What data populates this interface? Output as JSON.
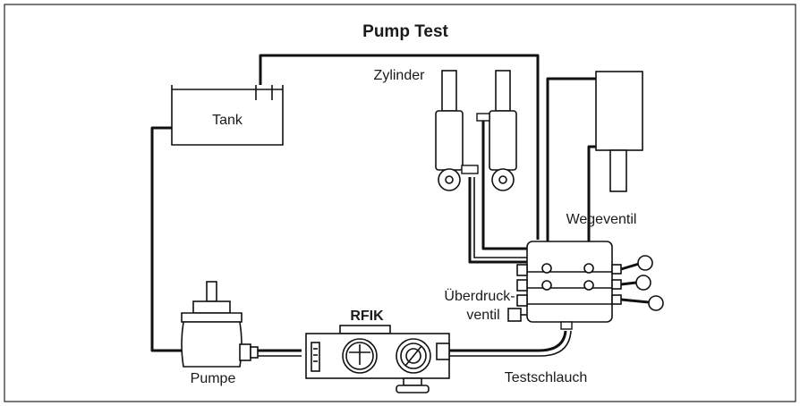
{
  "diagram": {
    "title": "Pump Test",
    "labels": {
      "tank": "Tank",
      "cylinder": "Zylinder",
      "valve": "Wegeventil",
      "relief_line1": "Überdruck-",
      "relief_line2": "ventil",
      "meter": "RFIK",
      "pump": "Pumpe",
      "hose": "Testschlauch"
    }
  }
}
